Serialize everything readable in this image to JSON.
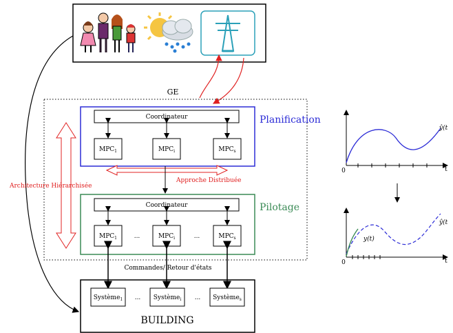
{
  "labels": {
    "ge": "GE",
    "planification": "Planification",
    "pilotage": "Pilotage",
    "coordinateur_top": "Coordinateur",
    "coordinateur_bottom": "Coordinateur",
    "architecture": "Architecture Hiérarchisée",
    "approche": "Approche Distribuée",
    "commandes": "Commandes/ Retour d'états",
    "building": "BUILDING"
  },
  "mpc_top": [
    {
      "base": "MPC",
      "sub": "1"
    },
    {
      "base": "MPC",
      "sub": "i"
    },
    {
      "base": "MPC",
      "sub": "s"
    }
  ],
  "mpc_bottom": [
    {
      "base": "MPC",
      "sub": "1"
    },
    {
      "base": "MPC",
      "sub": "i"
    },
    {
      "base": "MPC",
      "sub": "s"
    }
  ],
  "systems": [
    {
      "base": "Système",
      "sub": "1"
    },
    {
      "base": "Système",
      "sub": "i"
    },
    {
      "base": "Système",
      "sub": "s"
    }
  ],
  "ellipsis": "...",
  "graph_top": {
    "origin": "0",
    "t_label": "t",
    "curve_label": "ŷ(t"
  },
  "graph_bottom": {
    "origin": "0",
    "t_label": "t",
    "curve_label": "ŷ(t",
    "y_label": "y(t)"
  },
  "colors": {
    "planification": "#2b2bd6",
    "pilotage": "#3a8a55",
    "red": "#e02020",
    "tower": "#2aa0b8"
  }
}
